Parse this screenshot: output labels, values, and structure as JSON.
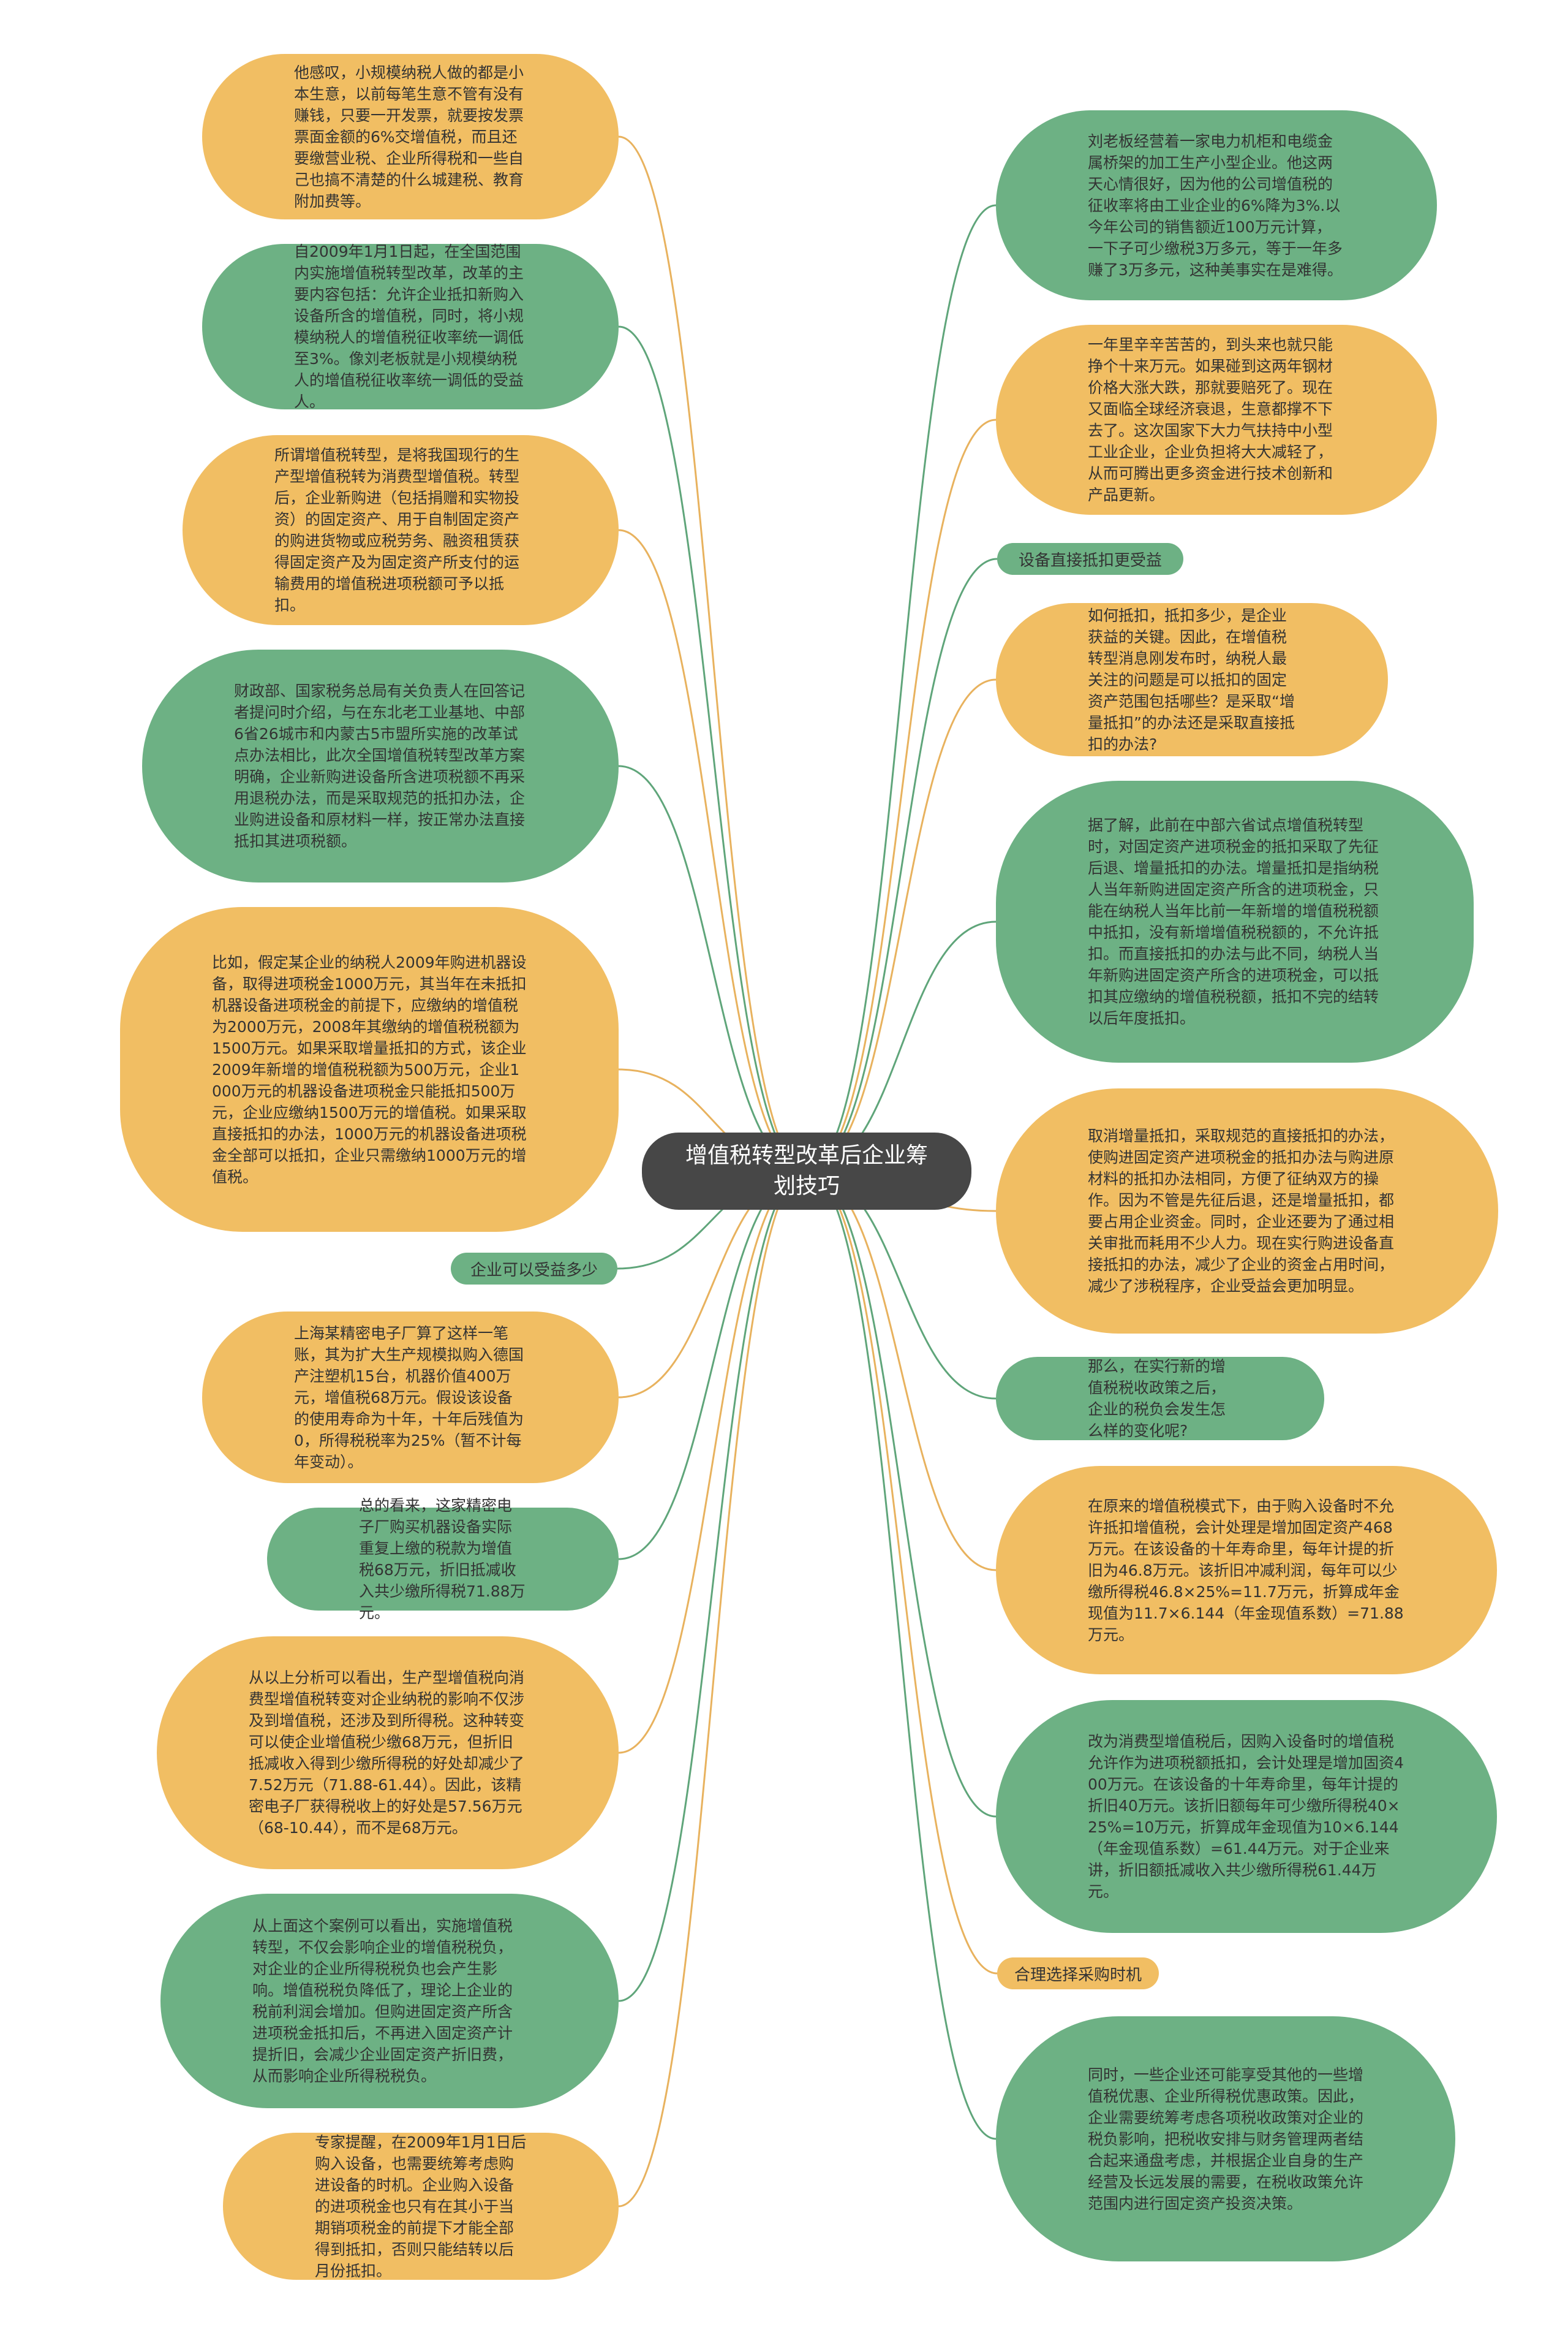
{
  "center": {
    "title": "增值税转型改革后企业筹划技巧"
  },
  "colors": {
    "orange": "#F1BE63",
    "green": "#6DB184",
    "center": "#474747",
    "link_orange": "#E8B25E",
    "link_green": "#5FA57A"
  },
  "left": [
    {
      "text": "他感叹，小规模纳税人做的都是小本生意，以前每笔生意不管有没有赚钱，只要一开发票，就要按发票票面金额的6%交增值税，而且还要缴营业税、企业所得税和一些自己也搞不清楚的什么城建税、教育附加费等。",
      "color": "orange"
    },
    {
      "text": "自2009年1月1日起，在全国范围内实施增值税转型改革，改革的主要内容包括：允许企业抵扣新购入设备所含的增值税，同时，将小规模纳税人的增值税征收率统一调低至3%。像刘老板就是小规模纳税人的增值税征收率统一调低的受益人。",
      "color": "green"
    },
    {
      "text": "所谓增值税转型，是将我国现行的生产型增值税转为消费型增值税。转型后，企业新购进（包括捐赠和实物投资）的固定资产、用于自制固定资产的购进货物或应税劳务、融资租赁获得固定资产及为固定资产所支付的运输费用的增值税进项税额可予以抵扣。",
      "color": "orange"
    },
    {
      "text": "财政部、国家税务总局有关负责人在回答记者提问时介绍，与在东北老工业基地、中部6省26城市和内蒙古5市盟所实施的改革试点办法相比，此次全国增值税转型改革方案明确，企业新购进设备所含进项税额不再采用退税办法，而是采取规范的抵扣办法，企业购进设备和原材料一样，按正常办法直接抵扣其进项税额。",
      "color": "green"
    },
    {
      "text": "比如，假定某企业的纳税人2009年购进机器设备，取得进项税金1000万元，其当年在未抵扣机器设备进项税金的前提下，应缴纳的增值税为2000万元，2008年其缴纳的增值税税额为1500万元。如果采取增量抵扣的方式，该企业2009年新增的增值税税额为500万元，企业1000万元的机器设备进项税金只能抵扣500万元，企业应缴纳1500万元的增值税。如果采取直接抵扣的办法，1000万元的机器设备进项税金全部可以抵扣，企业只需缴纳1000万元的增值税。",
      "color": "orange"
    },
    {
      "text": "上海某精密电子厂算了这样一笔账，其为扩大生产规模拟购入德国产注塑机15台，机器价值400万元，增值税68万元。假设该设备的使用寿命为十年，十年后残值为0，所得税税率为25%（暂不计每年变动）。",
      "color": "orange"
    },
    {
      "text": "总的看来，这家精密电子厂购买机器设备实际重复上缴的税款为增值税68万元，折旧抵减收入共少缴所得税71.88万元。",
      "color": "green"
    },
    {
      "text": "从以上分析可以看出，生产型增值税向消费型增值税转变对企业纳税的影响不仅涉及到增值税，还涉及到所得税。这种转变可以使企业增值税少缴68万元，但折旧抵减收入得到少缴所得税的好处却减少了7.52万元（71.88-61.44）。因此，该精密电子厂获得税收上的好处是57.56万元（68-10.44），而不是68万元。",
      "color": "orange"
    },
    {
      "text": "从上面这个案例可以看出，实施增值税转型，不仅会影响企业的增值税税负，对企业的企业所得税税负也会产生影响。增值税税负降低了，理论上企业的税前利润会增加。但购进固定资产所含进项税金抵扣后，不再进入固定资产计提折旧，会减少企业固定资产折旧费，从而影响企业所得税税负。",
      "color": "green"
    },
    {
      "text": "专家提醒，在2009年1月1日后购入设备，也需要统筹考虑购进设备的时机。企业购入设备的进项税金也只有在其小于当期销项税金的前提下才能全部得到抵扣，否则只能结转以后月份抵扣。",
      "color": "orange"
    }
  ],
  "left_label": {
    "text": "企业可以受益多少"
  },
  "right": [
    {
      "text": "刘老板经营着一家电力机柜和电缆金属桥架的加工生产小型企业。他这两天心情很好，因为他的公司增值税的征收率将由工业企业的6%降为3%.以今年公司的销售额近100万元计算，一下子可少缴税3万多元，等于一年多赚了3万多元，这种美事实在是难得。",
      "color": "green"
    },
    {
      "text": "一年里辛辛苦苦的，到头来也就只能挣个十来万元。如果碰到这两年钢材价格大涨大跌，那就要赔死了。现在又面临全球经济衰退，生意都撑不下去了。这次国家下大力气扶持中小型工业企业，企业负担将大大减轻了，从而可腾出更多资金进行技术创新和产品更新。",
      "color": "orange"
    },
    {
      "text": "如何抵扣，抵扣多少，是企业获益的关键。因此，在增值税转型消息刚发布时，纳税人最关注的问题是可以抵扣的固定资产范围包括哪些？是采取“增量抵扣”的办法还是采取直接抵扣的办法?",
      "color": "orange"
    },
    {
      "text": "据了解，此前在中部六省试点增值税转型时，对固定资产进项税金的抵扣采取了先征后退、增量抵扣的办法。增量抵扣是指纳税人当年新购进固定资产所含的进项税金，只能在纳税人当年比前一年新增的增值税税额中抵扣，没有新增增值税税额的，不允许抵扣。而直接抵扣的办法与此不同，纳税人当年新购进固定资产所含的进项税金，可以抵扣其应缴纳的增值税税额，抵扣不完的结转以后年度抵扣。",
      "color": "green"
    },
    {
      "text": "取消增量抵扣，采取规范的直接抵扣的办法，使购进固定资产进项税金的抵扣办法与购进原材料的抵扣办法相同，方便了征纳双方的操作。因为不管是先征后退，还是增量抵扣，都要占用企业资金。同时，企业还要为了通过相关审批而耗用不少人力。现在实行购进设备直接抵扣的办法，减少了企业的资金占用时间，减少了涉税程序，企业受益会更加明显。",
      "color": "orange"
    },
    {
      "text": "那么，在实行新的增值税税收政策之后，企业的税负会发生怎么样的变化呢?",
      "color": "green"
    },
    {
      "text": "在原来的增值税模式下，由于购入设备时不允许抵扣增值税，会计处理是增加固定资产468万元。在该设备的十年寿命里，每年计提的折旧为46.8万元。该折旧冲减利润，每年可以少缴所得税46.8×25%=11.7万元，折算成年金现值为11.7×6.144（年金现值系数）=71.88万元。",
      "color": "orange"
    },
    {
      "text": "改为消费型增值税后，因购入设备时的增值税允许作为进项税额抵扣，会计处理是增加固资400万元。在该设备的十年寿命里，每年计提的折旧40万元。该折旧额每年可少缴所得税40×25%=10万元，折算成年金现值为10×6.144（年金现值系数）=61.44万元。对于企业来讲，折旧额抵减收入共少缴所得税61.44万元。",
      "color": "green"
    },
    {
      "text": "同时，一些企业还可能享受其他的一些增值税优惠、企业所得税优惠政策。因此，企业需要统筹考虑各项税收政策对企业的税负影响，把税收安排与财务管理两者结合起来通盘考虑，并根据企业自身的生产经营及长远发展的需要，在税收政策允许范围内进行固定资产投资决策。",
      "color": "green"
    }
  ],
  "right_labels": [
    {
      "text": "设备直接抵扣更受益"
    },
    {
      "text": "合理选择采购时机"
    }
  ]
}
